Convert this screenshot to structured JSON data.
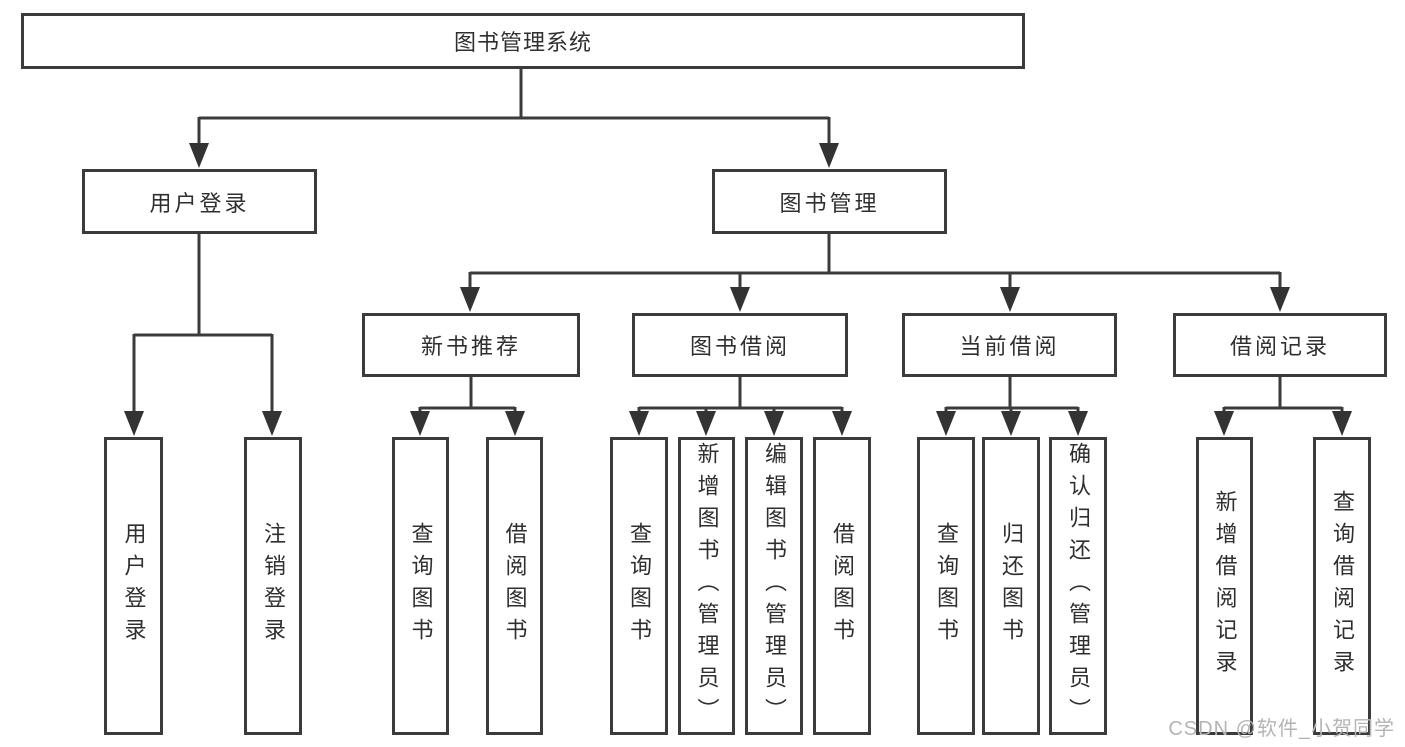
{
  "tree": {
    "root": {
      "label": "图书管理系统"
    },
    "children": [
      {
        "label": "用户登录",
        "children": [
          {
            "label": "用户登录"
          },
          {
            "label": "注销登录"
          }
        ]
      },
      {
        "label": "图书管理",
        "children": [
          {
            "label": "新书推荐",
            "children": [
              {
                "label": "查询图书"
              },
              {
                "label": "借阅图书"
              }
            ]
          },
          {
            "label": "图书借阅",
            "children": [
              {
                "label": "查询图书"
              },
              {
                "label": "新增图书（管理员）"
              },
              {
                "label": "编辑图书（管理员）"
              },
              {
                "label": "借阅图书"
              }
            ]
          },
          {
            "label": "当前借阅",
            "children": [
              {
                "label": "查询图书"
              },
              {
                "label": "归还图书"
              },
              {
                "label": "确认归还（管理员）"
              }
            ]
          },
          {
            "label": "借阅记录",
            "children": [
              {
                "label": "新增借阅记录"
              },
              {
                "label": "查询借阅记录"
              }
            ]
          }
        ]
      }
    ]
  },
  "watermark": {
    "text": "CSDN @软件_小贺同学",
    "color": "#b4b4b4"
  },
  "colors": {
    "line": "#3b3b3b",
    "box_border": "#3b3b3b",
    "text": "#2f2f2f",
    "background": "#ffffff"
  }
}
